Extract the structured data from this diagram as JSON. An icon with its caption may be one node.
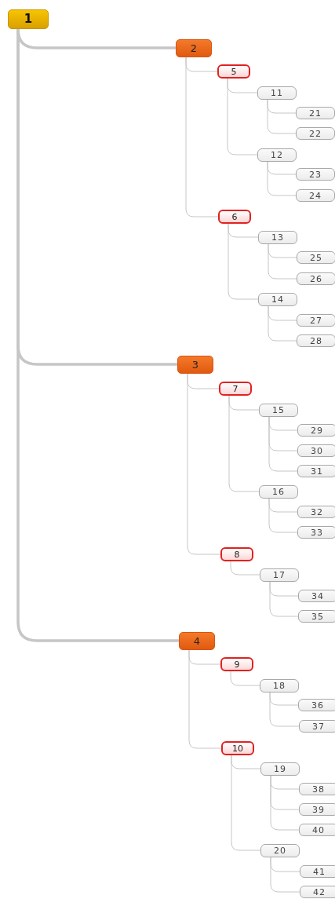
{
  "diagram": {
    "nodes": [
      {
        "text": [
          "1"
        ]
      },
      {
        "text": [
          "2"
        ]
      },
      {
        "text": [
          "5"
        ]
      },
      {
        "text": [
          "11"
        ]
      },
      {
        "text": [
          "21"
        ]
      },
      {
        "text": [
          "22"
        ]
      },
      {
        "text": [
          "12"
        ]
      },
      {
        "text": [
          "23"
        ]
      },
      {
        "text": [
          "24"
        ]
      },
      {
        "text": [
          "6"
        ]
      },
      {
        "text": [
          "13"
        ]
      },
      {
        "text": [
          "25"
        ]
      },
      {
        "text": [
          "26"
        ]
      },
      {
        "text": [
          "14"
        ]
      },
      {
        "text": [
          "27"
        ]
      },
      {
        "text": [
          "28"
        ]
      },
      {
        "text": [
          "3"
        ]
      },
      {
        "text": [
          "7"
        ]
      },
      {
        "text": [
          "15"
        ]
      },
      {
        "text": [
          "29"
        ]
      },
      {
        "text": [
          "30"
        ]
      },
      {
        "text": [
          "31"
        ]
      },
      {
        "text": [
          "16"
        ]
      },
      {
        "text": [
          "32"
        ]
      },
      {
        "text": [
          "33"
        ]
      },
      {
        "text": [
          "8"
        ]
      },
      {
        "text": [
          "17"
        ]
      },
      {
        "text": [
          "34"
        ]
      },
      {
        "text": [
          "35"
        ]
      },
      {
        "text": [
          "4"
        ]
      },
      {
        "text": [
          "9"
        ]
      },
      {
        "text": [
          "18"
        ]
      },
      {
        "text": [
          "36"
        ]
      },
      {
        "text": [
          "37"
        ]
      },
      {
        "text": [
          "10"
        ]
      },
      {
        "text": [
          "19"
        ]
      },
      {
        "text": [
          "38"
        ]
      },
      {
        "text": [
          "39"
        ]
      },
      {
        "text": [
          "40"
        ]
      },
      {
        "text": [
          "20"
        ]
      },
      {
        "text": [
          "41"
        ]
      },
      {
        "text": [
          "42"
        ]
      }
    ],
    "edges": [
      {
        "from": 0,
        "to": 1,
        "arrow": "none",
        "style": "thick"
      },
      {
        "from": 1,
        "to": 2,
        "arrow": "none"
      },
      {
        "from": 2,
        "to": 3,
        "arrow": "none"
      },
      {
        "from": 3,
        "to": 4,
        "arrow": "none"
      },
      {
        "from": 3,
        "to": 5,
        "arrow": "none"
      },
      {
        "from": 2,
        "to": 6,
        "arrow": "none"
      },
      {
        "from": 6,
        "to": 7,
        "arrow": "none"
      },
      {
        "from": 6,
        "to": 8,
        "arrow": "none"
      },
      {
        "from": 1,
        "to": 9,
        "arrow": "none"
      },
      {
        "from": 9,
        "to": 10,
        "arrow": "none"
      },
      {
        "from": 10,
        "to": 11,
        "arrow": "none"
      },
      {
        "from": 10,
        "to": 12,
        "arrow": "none"
      },
      {
        "from": 9,
        "to": 13,
        "arrow": "none"
      },
      {
        "from": 13,
        "to": 14,
        "arrow": "none"
      },
      {
        "from": 13,
        "to": 15,
        "arrow": "none"
      },
      {
        "from": 0,
        "to": 16,
        "arrow": "none",
        "style": "thick"
      },
      {
        "from": 16,
        "to": 17,
        "arrow": "none"
      },
      {
        "from": 17,
        "to": 18,
        "arrow": "none"
      },
      {
        "from": 18,
        "to": 19,
        "arrow": "none"
      },
      {
        "from": 18,
        "to": 20,
        "arrow": "none"
      },
      {
        "from": 18,
        "to": 21,
        "arrow": "none"
      },
      {
        "from": 17,
        "to": 22,
        "arrow": "none"
      },
      {
        "from": 22,
        "to": 23,
        "arrow": "none"
      },
      {
        "from": 22,
        "to": 24,
        "arrow": "none"
      },
      {
        "from": 16,
        "to": 25,
        "arrow": "none"
      },
      {
        "from": 25,
        "to": 26,
        "arrow": "none"
      },
      {
        "from": 26,
        "to": 27,
        "arrow": "none"
      },
      {
        "from": 26,
        "to": 28,
        "arrow": "none"
      },
      {
        "from": 0,
        "to": 29,
        "arrow": "none",
        "style": "thick"
      },
      {
        "from": 29,
        "to": 30,
        "arrow": "none"
      },
      {
        "from": 30,
        "to": 31,
        "arrow": "none"
      },
      {
        "from": 31,
        "to": 32,
        "arrow": "none"
      },
      {
        "from": 31,
        "to": 33,
        "arrow": "none"
      },
      {
        "from": 29,
        "to": 34,
        "arrow": "none"
      },
      {
        "from": 34,
        "to": 35,
        "arrow": "none"
      },
      {
        "from": 35,
        "to": 36,
        "arrow": "none"
      },
      {
        "from": 35,
        "to": 37,
        "arrow": "none"
      },
      {
        "from": 35,
        "to": 38,
        "arrow": "none"
      },
      {
        "from": 34,
        "to": 39,
        "arrow": "none"
      },
      {
        "from": 39,
        "to": 40,
        "arrow": "none"
      },
      {
        "from": 39,
        "to": 41,
        "arrow": "none"
      }
    ]
  }
}
